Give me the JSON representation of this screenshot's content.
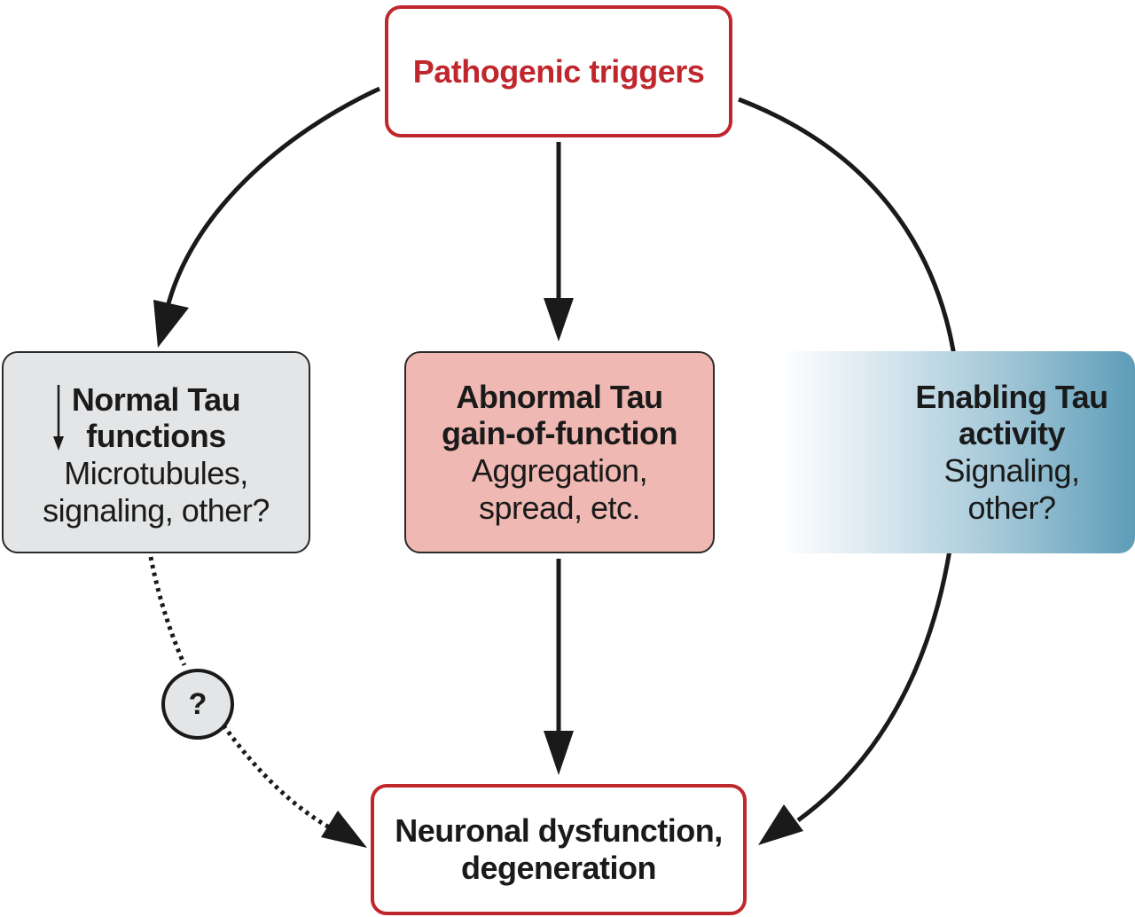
{
  "nodes": {
    "triggers": {
      "title": "Pathogenic triggers"
    },
    "normal_tau": {
      "title_line1": "Normal Tau",
      "title_line2": "functions",
      "detail_line1": "Microtubules,",
      "detail_line2": "signaling, other?",
      "indicator": "down-arrow-icon"
    },
    "abnormal_tau": {
      "title_line1": "Abnormal Tau",
      "title_line2": "gain-of-function",
      "detail_line1": "Aggregation,",
      "detail_line2": "spread, etc."
    },
    "enabling_tau": {
      "title_line1": "Enabling Tau",
      "title_line2": "activity",
      "detail_line1": "Signaling,",
      "detail_line2": "other?"
    },
    "outcome": {
      "title_line1": "Neuronal dysfunction,",
      "title_line2": "degeneration"
    }
  },
  "uncertain_link": {
    "label": "?"
  },
  "colors": {
    "accent_red": "#c0272d",
    "abnormal_fill": "#efb8b2",
    "normal_fill": "#e3e5e7",
    "enabling_fill": "#5d9db8",
    "arrow": "#1a1a1a"
  }
}
